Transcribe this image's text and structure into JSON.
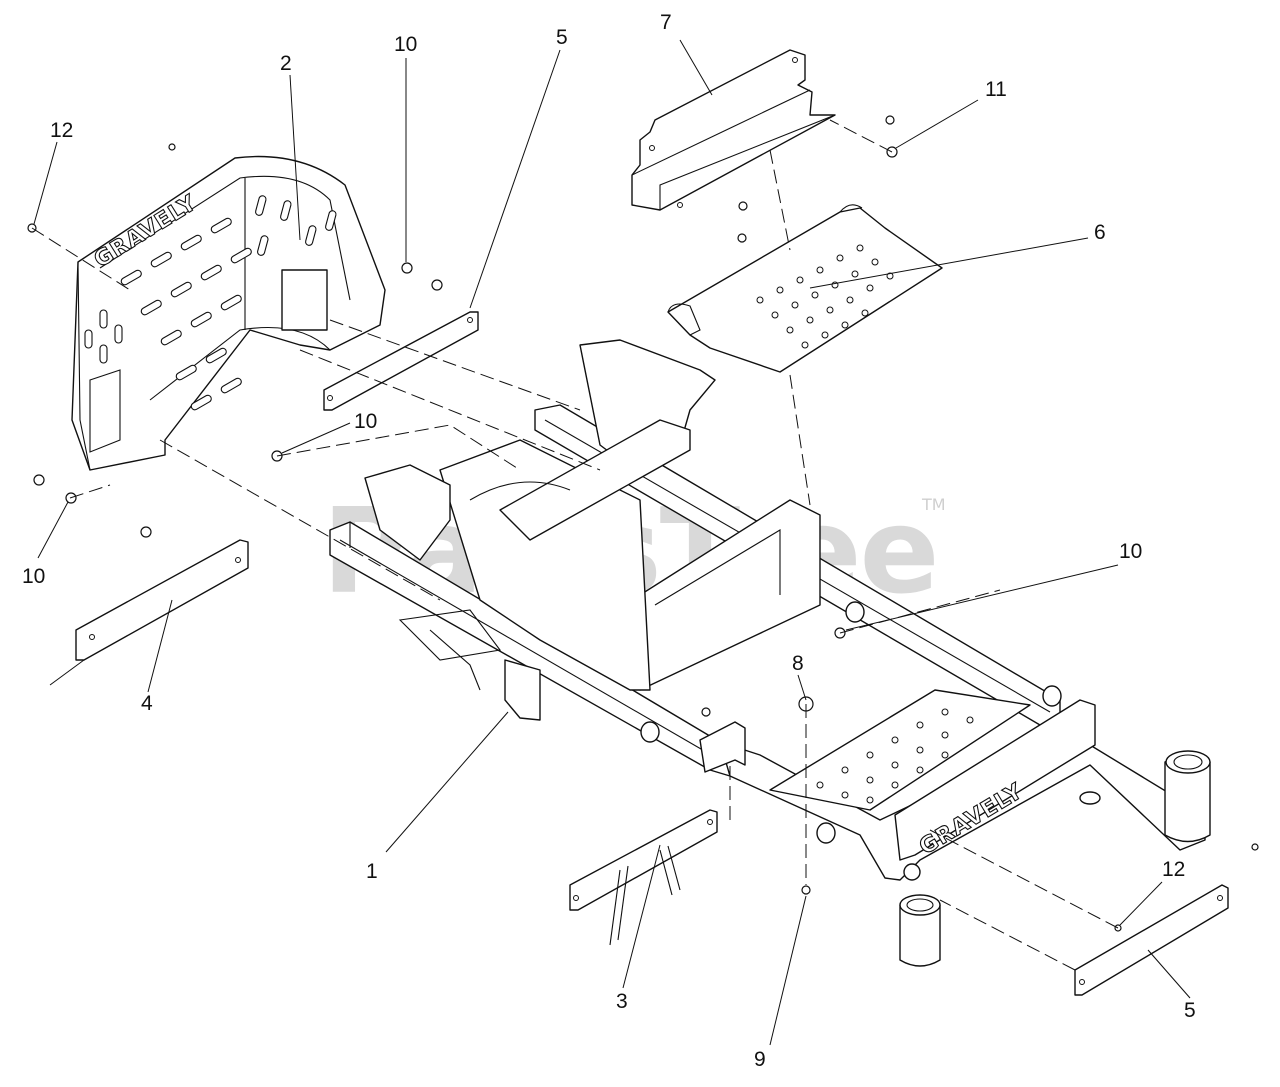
{
  "watermark": {
    "text": "PartsTree",
    "trademark": "TM"
  },
  "brand_marks": {
    "frame_front": "GRAVELY",
    "seat_pan": "GRAVELY"
  },
  "callouts": [
    {
      "id": "c-12a",
      "label": "12"
    },
    {
      "id": "c-2",
      "label": "2"
    },
    {
      "id": "c-10a",
      "label": "10"
    },
    {
      "id": "c-5a",
      "label": "5"
    },
    {
      "id": "c-7",
      "label": "7"
    },
    {
      "id": "c-11",
      "label": "11"
    },
    {
      "id": "c-6",
      "label": "6"
    },
    {
      "id": "c-10b",
      "label": "10"
    },
    {
      "id": "c-10c",
      "label": "10"
    },
    {
      "id": "c-10d",
      "label": "10"
    },
    {
      "id": "c-4",
      "label": "4"
    },
    {
      "id": "c-8",
      "label": "8"
    },
    {
      "id": "c-1",
      "label": "1"
    },
    {
      "id": "c-3",
      "label": "3"
    },
    {
      "id": "c-12b",
      "label": "12"
    },
    {
      "id": "c-5b",
      "label": "5"
    },
    {
      "id": "c-9",
      "label": "9"
    }
  ]
}
